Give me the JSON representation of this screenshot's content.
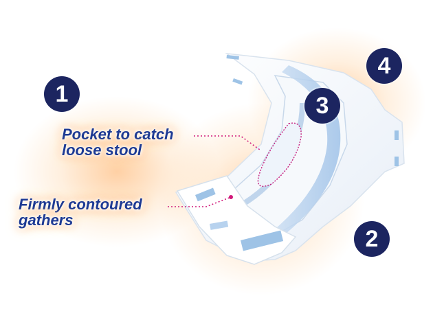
{
  "badges": [
    "1",
    "2",
    "3",
    "4"
  ],
  "callouts": {
    "pocket": {
      "line1": "Pocket to catch",
      "line2": "loose stool"
    },
    "gathers": {
      "line1": "Firmly contoured",
      "line2": "gathers"
    }
  },
  "colors": {
    "badge": "#1c2560",
    "label": "#1d3a94",
    "leader": "#d1187a",
    "glow": "#ffb46e",
    "tape": "#9ec3e6"
  },
  "icons": [
    "diaper-illustration"
  ]
}
